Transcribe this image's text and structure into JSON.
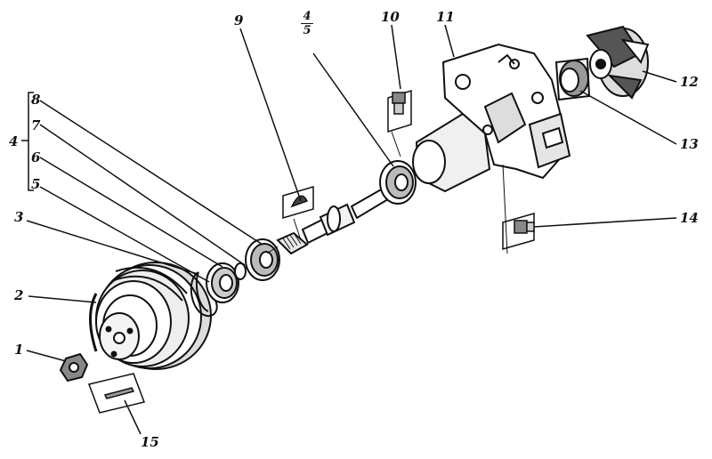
{
  "diagram": {
    "labels": {
      "p1": "1",
      "p2": "2",
      "p3": "3",
      "p4": "4",
      "p5": "5",
      "p6": "6",
      "p7": "7",
      "p8": "8",
      "p9": "9",
      "p10": "10",
      "p11": "11",
      "p12": "12",
      "p13": "13",
      "p14": "14",
      "p15": "15",
      "frac_num": "4",
      "frac_den": "5"
    },
    "colors": {
      "ink": "#111111",
      "paper": "#ffffff",
      "shade": "#555555"
    }
  }
}
